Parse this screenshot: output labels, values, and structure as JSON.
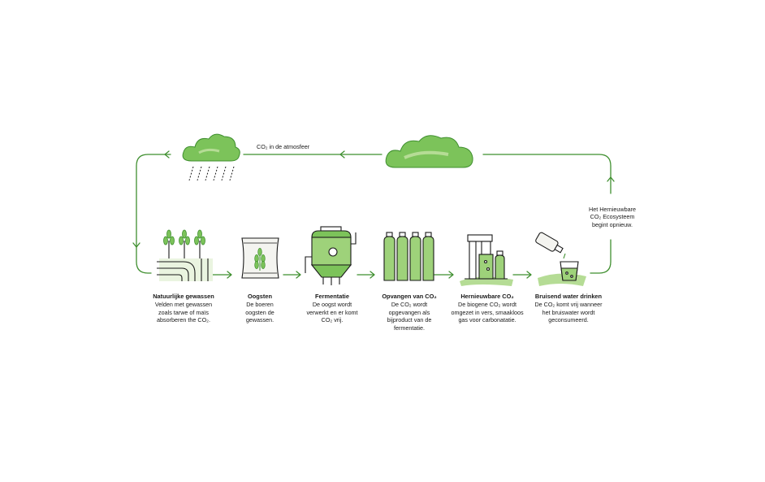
{
  "diagram": {
    "colors": {
      "line": "#3f8f2f",
      "accent": "#7cc35a",
      "accent_light": "#b5dc95",
      "ink": "#1a1a1a"
    },
    "cycle": {
      "top_label": "CO₂ in de atmosfeer",
      "restart_label": "Het Hernieuwbare\nCO₂ Ecosysteem\nbegint opnieuw."
    },
    "steps": [
      {
        "icon": "wheat-field-icon",
        "title": "Natuurlijke gewassen",
        "desc": "Velden met gewassen\nzoals tarwe of maïs\nabsorberen the CO₂."
      },
      {
        "icon": "grain-sack-icon",
        "title": "Oogsten",
        "desc": "De boeren\noogsten de\ngewassen."
      },
      {
        "icon": "fermentation-tank-icon",
        "title": "Fermentatie",
        "desc": "De oogst wordt\nverwerkt en er komt\nCO₂ vrij."
      },
      {
        "icon": "gas-cylinders-icon",
        "title": "Opvangen van CO₂",
        "desc": "De CO₂ wordt\nopgevangen als\nbijproduct van de\nfermentatie."
      },
      {
        "icon": "soda-machine-icon",
        "title": "Hernieuwbare CO₂",
        "desc": "De biogene CO₂ wordt\nomgezet in vers, smaakloos\ngas voor carbonatatie."
      },
      {
        "icon": "drinking-glass-icon",
        "title": "Bruisend water drinken",
        "desc": "De CO₂ komt vrij wanneer\nhet bruiswater wordt\ngeconsumeerd."
      }
    ]
  }
}
